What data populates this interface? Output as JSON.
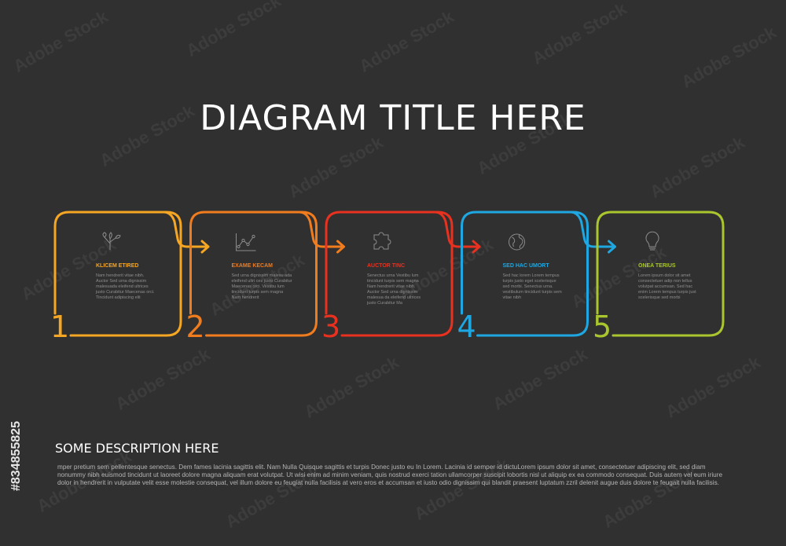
{
  "title": "DIAGRAM TITLE HERE",
  "steps": [
    {
      "number": "1",
      "heading": "KLICEM ETIRED",
      "text": "Nam hendrerit vitae nibh. Auctor Sed urna dignissim malesuada eleifend ultrices justo Curabitur Maecenas orci. Tincidunt adipiscing elit",
      "color": "#f5a623",
      "icon": "plant-icon"
    },
    {
      "number": "2",
      "heading": "EXAME KECAM",
      "text": "Sed urna dignissim malesu ada eleifend ultri ces justo Curabitur Maecenas orci. Vestibu lum tincidunt turpis sem magna Nam hendrerit",
      "color": "#f07c1e",
      "icon": "chart-icon"
    },
    {
      "number": "3",
      "heading": "AUCTOR TINC",
      "text": "Senectus urna Vestibu lum tincidunt turpis sem magna Nam hendrerit vitae nibh. Auctor Sed urna dignissim malesua da eleifend ultrices justo Curabitur Ma",
      "color": "#e8311f",
      "icon": "puzzle-icon"
    },
    {
      "number": "4",
      "heading": "SED HAC UMORT",
      "text": "Sed hac lorem Lorem tempus turpis justo eget scelerisque sed morbi. Senectus urna. vestibulum tincidunt turpis sem vitae nibh",
      "color": "#1ea7e1",
      "icon": "globe-icon"
    },
    {
      "number": "5",
      "heading": "ONEA TERIUS",
      "text": "Lorem ipsum dolor sit amet consectetuer adip non tellus volutpat accumsan. Sed hac enim Lorem tempus turpis just scelerisque sed morbi",
      "color": "#a9c62f",
      "icon": "lightbulb-icon"
    }
  ],
  "description": {
    "title": "SOME DESCRIPTION HERE",
    "body": "mper pretium sem pellentesque senectus. Dem fames lacinia sagittis elit. Nam Nulla Quisque sagittis et turpis Donec justo eu In Lorem. Lacinia id semper id dictuLorem ipsum dolor sit amet, consectetuer adipiscing elit, sed diam nonummy nibh euismod tincidunt ut laoreet dolore magna aliquam erat volutpat. Ut wisi enim ad minim veniam, quis nostrud exerci tation ullamcorper suscipit lobortis nisl ut aliquip ex ea commodo consequat. Duis autem vel eum iriure dolor in hendrerit in vulputate velit esse molestie consequat, vel illum dolore eu feugiat nulla facilisis at vero eros et accumsan et iusto odio dignissim qui blandit praesent luptatum zzril delenit augue duis dolore te feugait nulla facilisis."
  },
  "watermark": {
    "id": "#834855825",
    "brand": "Adobe Stock"
  }
}
